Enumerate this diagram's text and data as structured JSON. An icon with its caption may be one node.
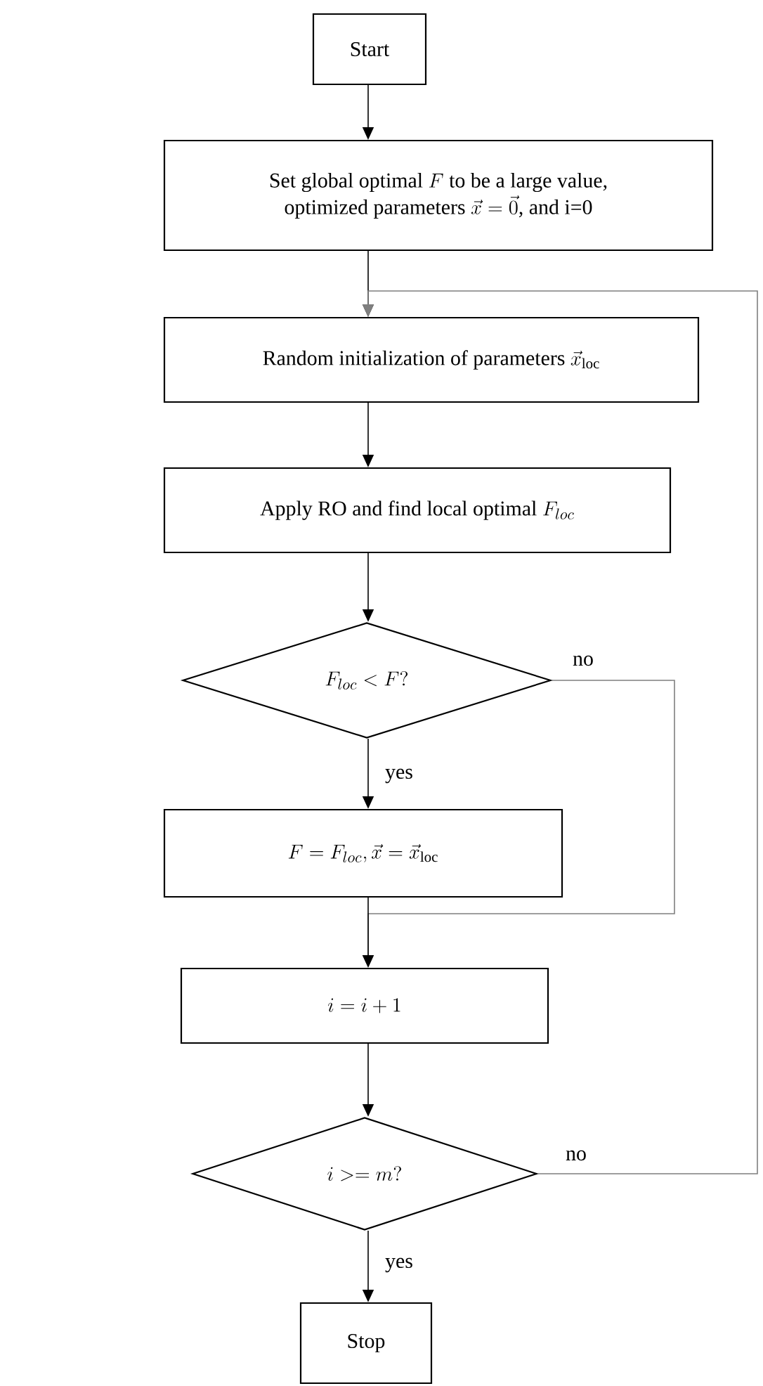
{
  "diagram": {
    "nodes": [
      {
        "text": [
          "Start"
        ]
      },
      {
        "text": [
          "\\begin{array}{c}\\text{Set global optimal $F$ to be a large value,}\\\\ \\text{optimized parameters $\\vec{x}=\\vec{0}$, and i=0}\\end{array}"
        ]
      },
      {
        "text": [
          "\\text{Random initialization of parameters } \\vec{x}_{\\mathrm{loc}}"
        ]
      },
      {
        "text": [
          "\\text{Apply RO and find local optimal } F_{loc}"
        ]
      },
      {
        "text": [
          "F_{loc} < F?"
        ]
      },
      {
        "text": [
          "F = F_{loc}, \\vec{x} = \\vec{x}_{\\mathrm{loc}}"
        ]
      },
      {
        "text": [
          "i = i + 1"
        ]
      },
      {
        "text": [
          "i >= m?"
        ]
      },
      {
        "text": [
          "Stop"
        ]
      }
    ],
    "edges": [
      {
        "from": 0,
        "to": 1,
        "arrow": "to"
      },
      {
        "from": 1,
        "to": 2,
        "arrow": "to"
      },
      {
        "from": 2,
        "to": 3,
        "arrow": "to"
      },
      {
        "from": 3,
        "to": 4,
        "arrow": "to"
      },
      {
        "from": 4,
        "to": 5,
        "arrow": "to",
        "label": "yes"
      },
      {
        "from": 4,
        "to": 6,
        "arrow": "to",
        "label": "no",
        "color": "#7f7f7f"
      },
      {
        "from": 5,
        "to": 6,
        "arrow": "to"
      },
      {
        "from": 6,
        "to": 7,
        "arrow": "to"
      },
      {
        "from": 7,
        "to": 2,
        "arrow": "to",
        "label": "no",
        "color": "#7f7f7f"
      },
      {
        "from": 7,
        "to": 8,
        "arrow": "to",
        "label": "yes"
      }
    ]
  }
}
